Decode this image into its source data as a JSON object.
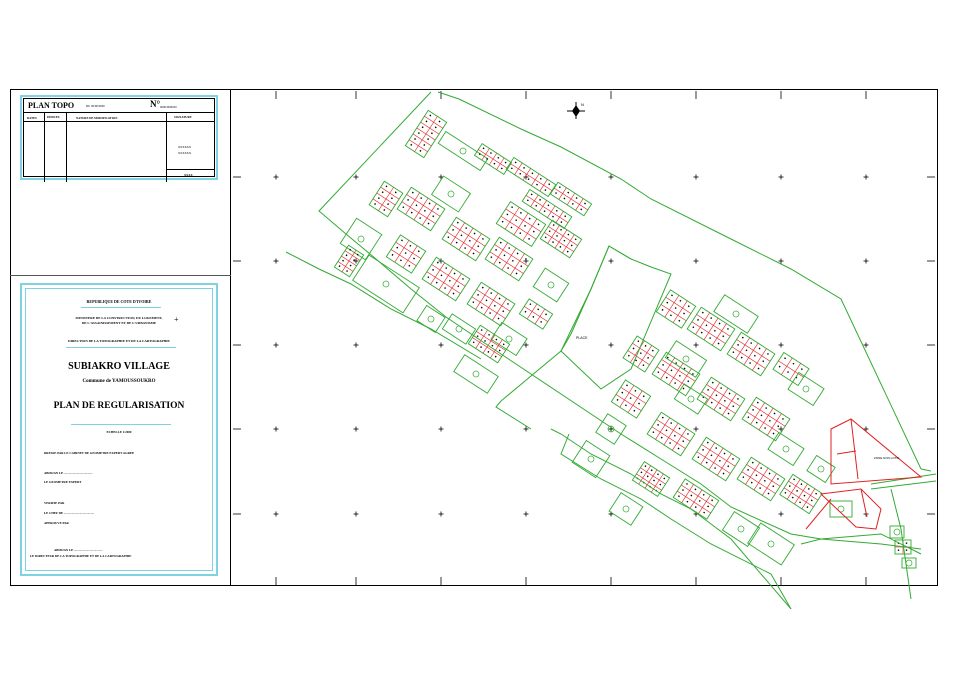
{
  "cartouche_top": {
    "title": "PLAN TOPO",
    "subtitle": "DU 00/00/0000",
    "number_label": "N°",
    "number_sub": "0000/0000/00",
    "col_dates": "DATES",
    "col_indices": "INDICES",
    "col_nature": "NATURE DE MODIFICATION",
    "col_signature": "SIGNATURE",
    "sig_line1": "XXXXXX",
    "sig_line2": "XXXXXX",
    "footer": "XXXX"
  },
  "cartouche_bottom": {
    "republic": "REPUBLIQUE DE COTE D'IVOIRE",
    "ministry_line1": "MINISTERE DE LA CONSTRUCTION, DU LOGEMENT,",
    "ministry_line2": "DE L'ASSAINISSEMENT ET DE L'URBANISME",
    "direction": "DIRECTION DE LA TOPOGRAPHIE ET DE LA CARTOGRAPHIE",
    "village": "SUBIAKRO VILLAGE",
    "commune": "Commune de YAMOUSSOUKRO",
    "plan": "PLAN DE REGULARISATION",
    "scale": "ECHELLE 1/2000",
    "line_a": "DRESSE PAR LE CABINET DE GEOMETRE EXPERT AGREE",
    "line_b": "ABIDJAN LE ....................................",
    "line_c": "LE GEOMETRE EXPERT",
    "line_d": "VERIFIE PAR",
    "line_e": "LE CHEF DE ......................................",
    "line_f": "APPROUVE PAR",
    "line_g": "ABIDJAN LE ....................................",
    "line_h": "LE DIRECTEUR DE LA TOPOGRAPHIE ET DE LA CARTOGRAPHIE"
  },
  "map": {
    "north_symbol": "N",
    "central_label": "PLACE",
    "zone_label": "ZONE NON LOTIE",
    "colors": {
      "road": "#33aa33",
      "parcel": "#e02020",
      "frame": "#000000",
      "accent": "#7fd3e0"
    }
  }
}
